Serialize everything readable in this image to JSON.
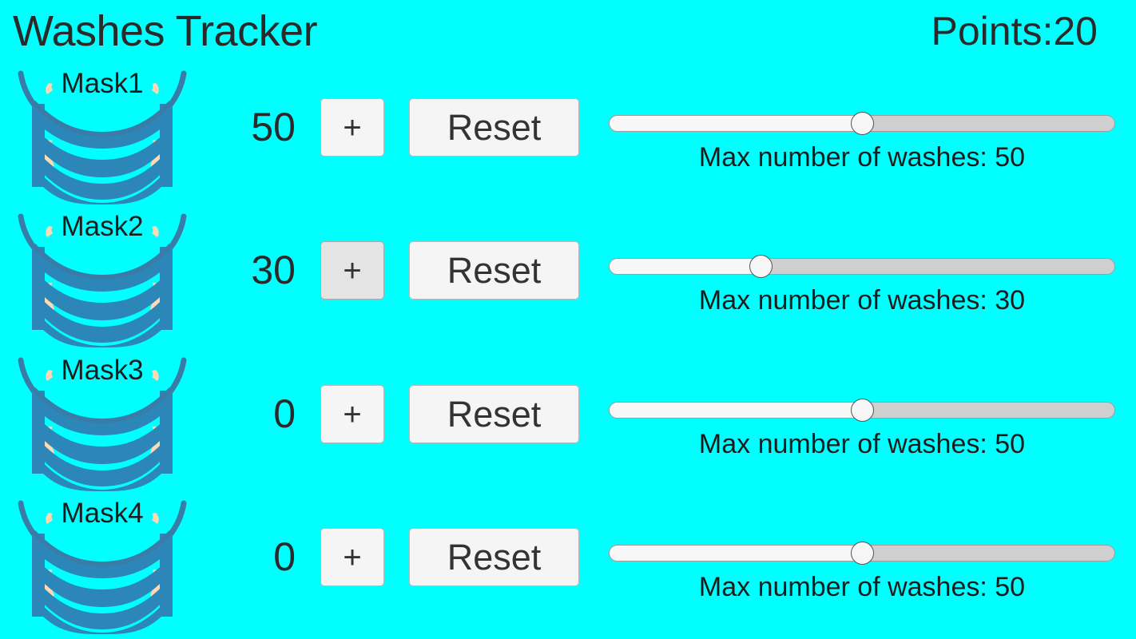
{
  "header": {
    "title": "Washes Tracker",
    "points_label": "Points:20"
  },
  "colors": {
    "background": "#00ffff",
    "mask_body": "#2d86b8",
    "mask_strap": "#3a7ca8",
    "mask_ear": "#ffd9b3",
    "text": "#1c1c1c",
    "button_face": "#f5f5f5",
    "button_face_active": "#e4e4e4",
    "button_border": "#b9b9b9",
    "slider_track": "#cfcfcf",
    "slider_fill": "#f7f7f7",
    "slider_thumb": "#f6f6f6"
  },
  "controls": {
    "plus_label": "+",
    "reset_label": "Reset",
    "slider_caption_prefix": "Max number of washes: ",
    "slider_min": 0,
    "slider_max": 100
  },
  "rows": [
    {
      "mask_label": "Mask1",
      "count": "50",
      "plus_label": "+",
      "plus_active": false,
      "reset_label": "Reset",
      "max_washes": 50,
      "slider_percent": 50,
      "slider_caption": "Max number of washes: 50",
      "mask_icon": "face-mask-icon"
    },
    {
      "mask_label": "Mask2",
      "count": "30",
      "plus_label": "+",
      "plus_active": true,
      "reset_label": "Reset",
      "max_washes": 30,
      "slider_percent": 30,
      "slider_caption": "Max number of washes: 30",
      "mask_icon": "face-mask-icon"
    },
    {
      "mask_label": "Mask3",
      "count": "0",
      "plus_label": "+",
      "plus_active": false,
      "reset_label": "Reset",
      "max_washes": 50,
      "slider_percent": 50,
      "slider_caption": "Max number of washes: 50",
      "mask_icon": "face-mask-icon"
    },
    {
      "mask_label": "Mask4",
      "count": "0",
      "plus_label": "+",
      "plus_active": false,
      "reset_label": "Reset",
      "max_washes": 50,
      "slider_percent": 50,
      "slider_caption": "Max number of washes: 50",
      "mask_icon": "face-mask-icon"
    }
  ]
}
